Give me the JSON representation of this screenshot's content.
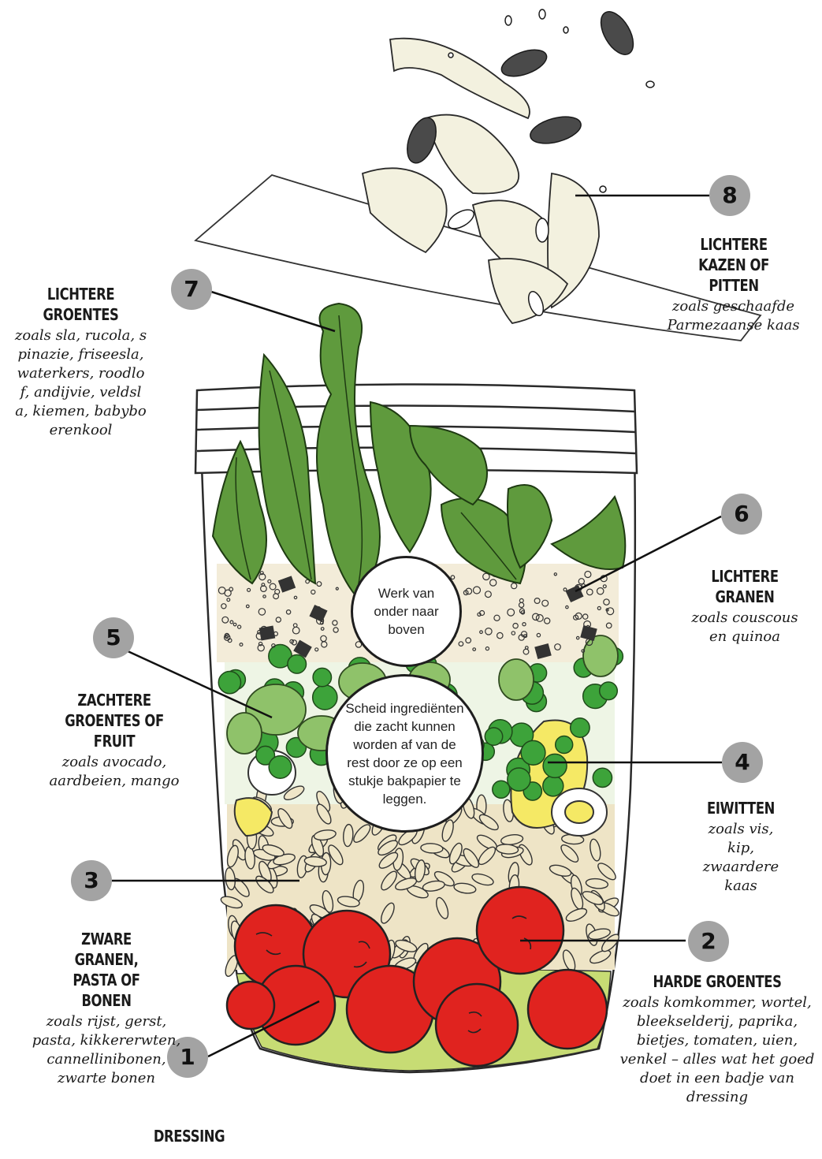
{
  "colors": {
    "leaf_green": "#5f9a3d",
    "pea_green": "#3da33a",
    "bean_green": "#8fc26a",
    "tomato_red": "#e0231f",
    "dressing_green": "#c7dc74",
    "grain_cream": "#efe7cf",
    "egg_yellow": "#f5e965",
    "badge_grey": "#a3a3a3"
  },
  "bubbles": {
    "top": "Werk van onder naar boven",
    "middle": "Scheid ingrediënten die zacht kunnen worden af van de rest door ze op een stukje bakpapier te leggen."
  },
  "layers": [
    {
      "number": "1",
      "title": "DRESSING",
      "subtitle": ""
    },
    {
      "number": "2",
      "title": "HARDE GROENTES",
      "subtitle": "zoals komkommer, wortel, bleekselderij, paprika, bietjes, tomaten, uien, venkel – alles wat het goed doet in een badje van dressing"
    },
    {
      "number": "3",
      "title": "ZWARE GRANEN, PASTA OF BONEN",
      "subtitle": "zoals rijst, gerst, pasta, kikkererwten, cannellinibonen, zwarte bonen"
    },
    {
      "number": "4",
      "title": "EIWITTEN",
      "subtitle": "zoals vis, kip, zwaardere kaas"
    },
    {
      "number": "5",
      "title": "ZACHTERE GROENTES OF FRUIT",
      "subtitle": "zoals avocado, aardbeien, mango"
    },
    {
      "number": "6",
      "title": "LICHTERE GRANEN",
      "subtitle": "zoals couscous en quinoa"
    },
    {
      "number": "7",
      "title": "LICHTERE GROENTES",
      "subtitle": "zoals sla, rucola, spinazie, friseesla, waterkers, roodlof, andijvie, veldsla, kiemen, babyboerenkool"
    },
    {
      "number": "8",
      "title": "LICHTERE KAZEN OF PITTEN",
      "subtitle": "zoals geschaafde Parmezaanse kaas"
    }
  ]
}
